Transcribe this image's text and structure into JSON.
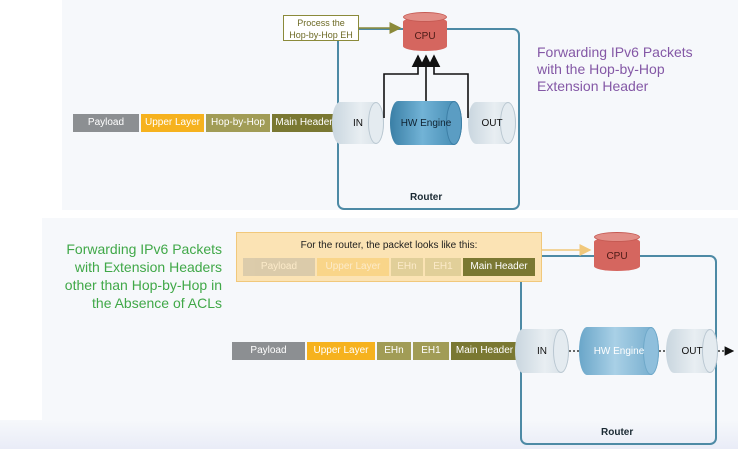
{
  "top_diagram": {
    "title_lines": [
      "Forwarding IPv6 Packets",
      "with the Hop-by-Hop",
      "Extension Header"
    ],
    "packet": [
      "Payload",
      "Upper Layer",
      "Hop-by-Hop",
      "Main Header"
    ],
    "in_label": "IN",
    "hw_label": "HW Engine",
    "out_label": "OUT",
    "cpu_label": "CPU",
    "callout_lines": [
      "Process the",
      "Hop-by-Hop EH"
    ],
    "router_label": "Router"
  },
  "bottom_diagram": {
    "title_lines": [
      "Forwarding IPv6 Packets",
      "with Extension Headers",
      "other than Hop-by-Hop in",
      "the Absence of ACLs"
    ],
    "tooltip_text": "For the router, the packet looks like this:",
    "tooltip_packet": [
      "Payload",
      "Upper Layer",
      "EHn",
      "EH1",
      "Main Header"
    ],
    "packet": [
      "Payload",
      "Upper Layer",
      "EHn",
      "EH1",
      "Main Header"
    ],
    "in_label": "IN",
    "hw_label": "HW Engine",
    "out_label": "OUT",
    "cpu_label": "CPU",
    "router_label": "Router"
  },
  "colors": {
    "top_title": "#8458a6",
    "bottom_title": "#40a848",
    "router_border": "#4d8aa5",
    "cpu": "#d5665f",
    "payload": "#8c8f92",
    "upper_layer": "#f6b21e",
    "extension_header": "#a19c56",
    "main_header": "#7a7832"
  }
}
